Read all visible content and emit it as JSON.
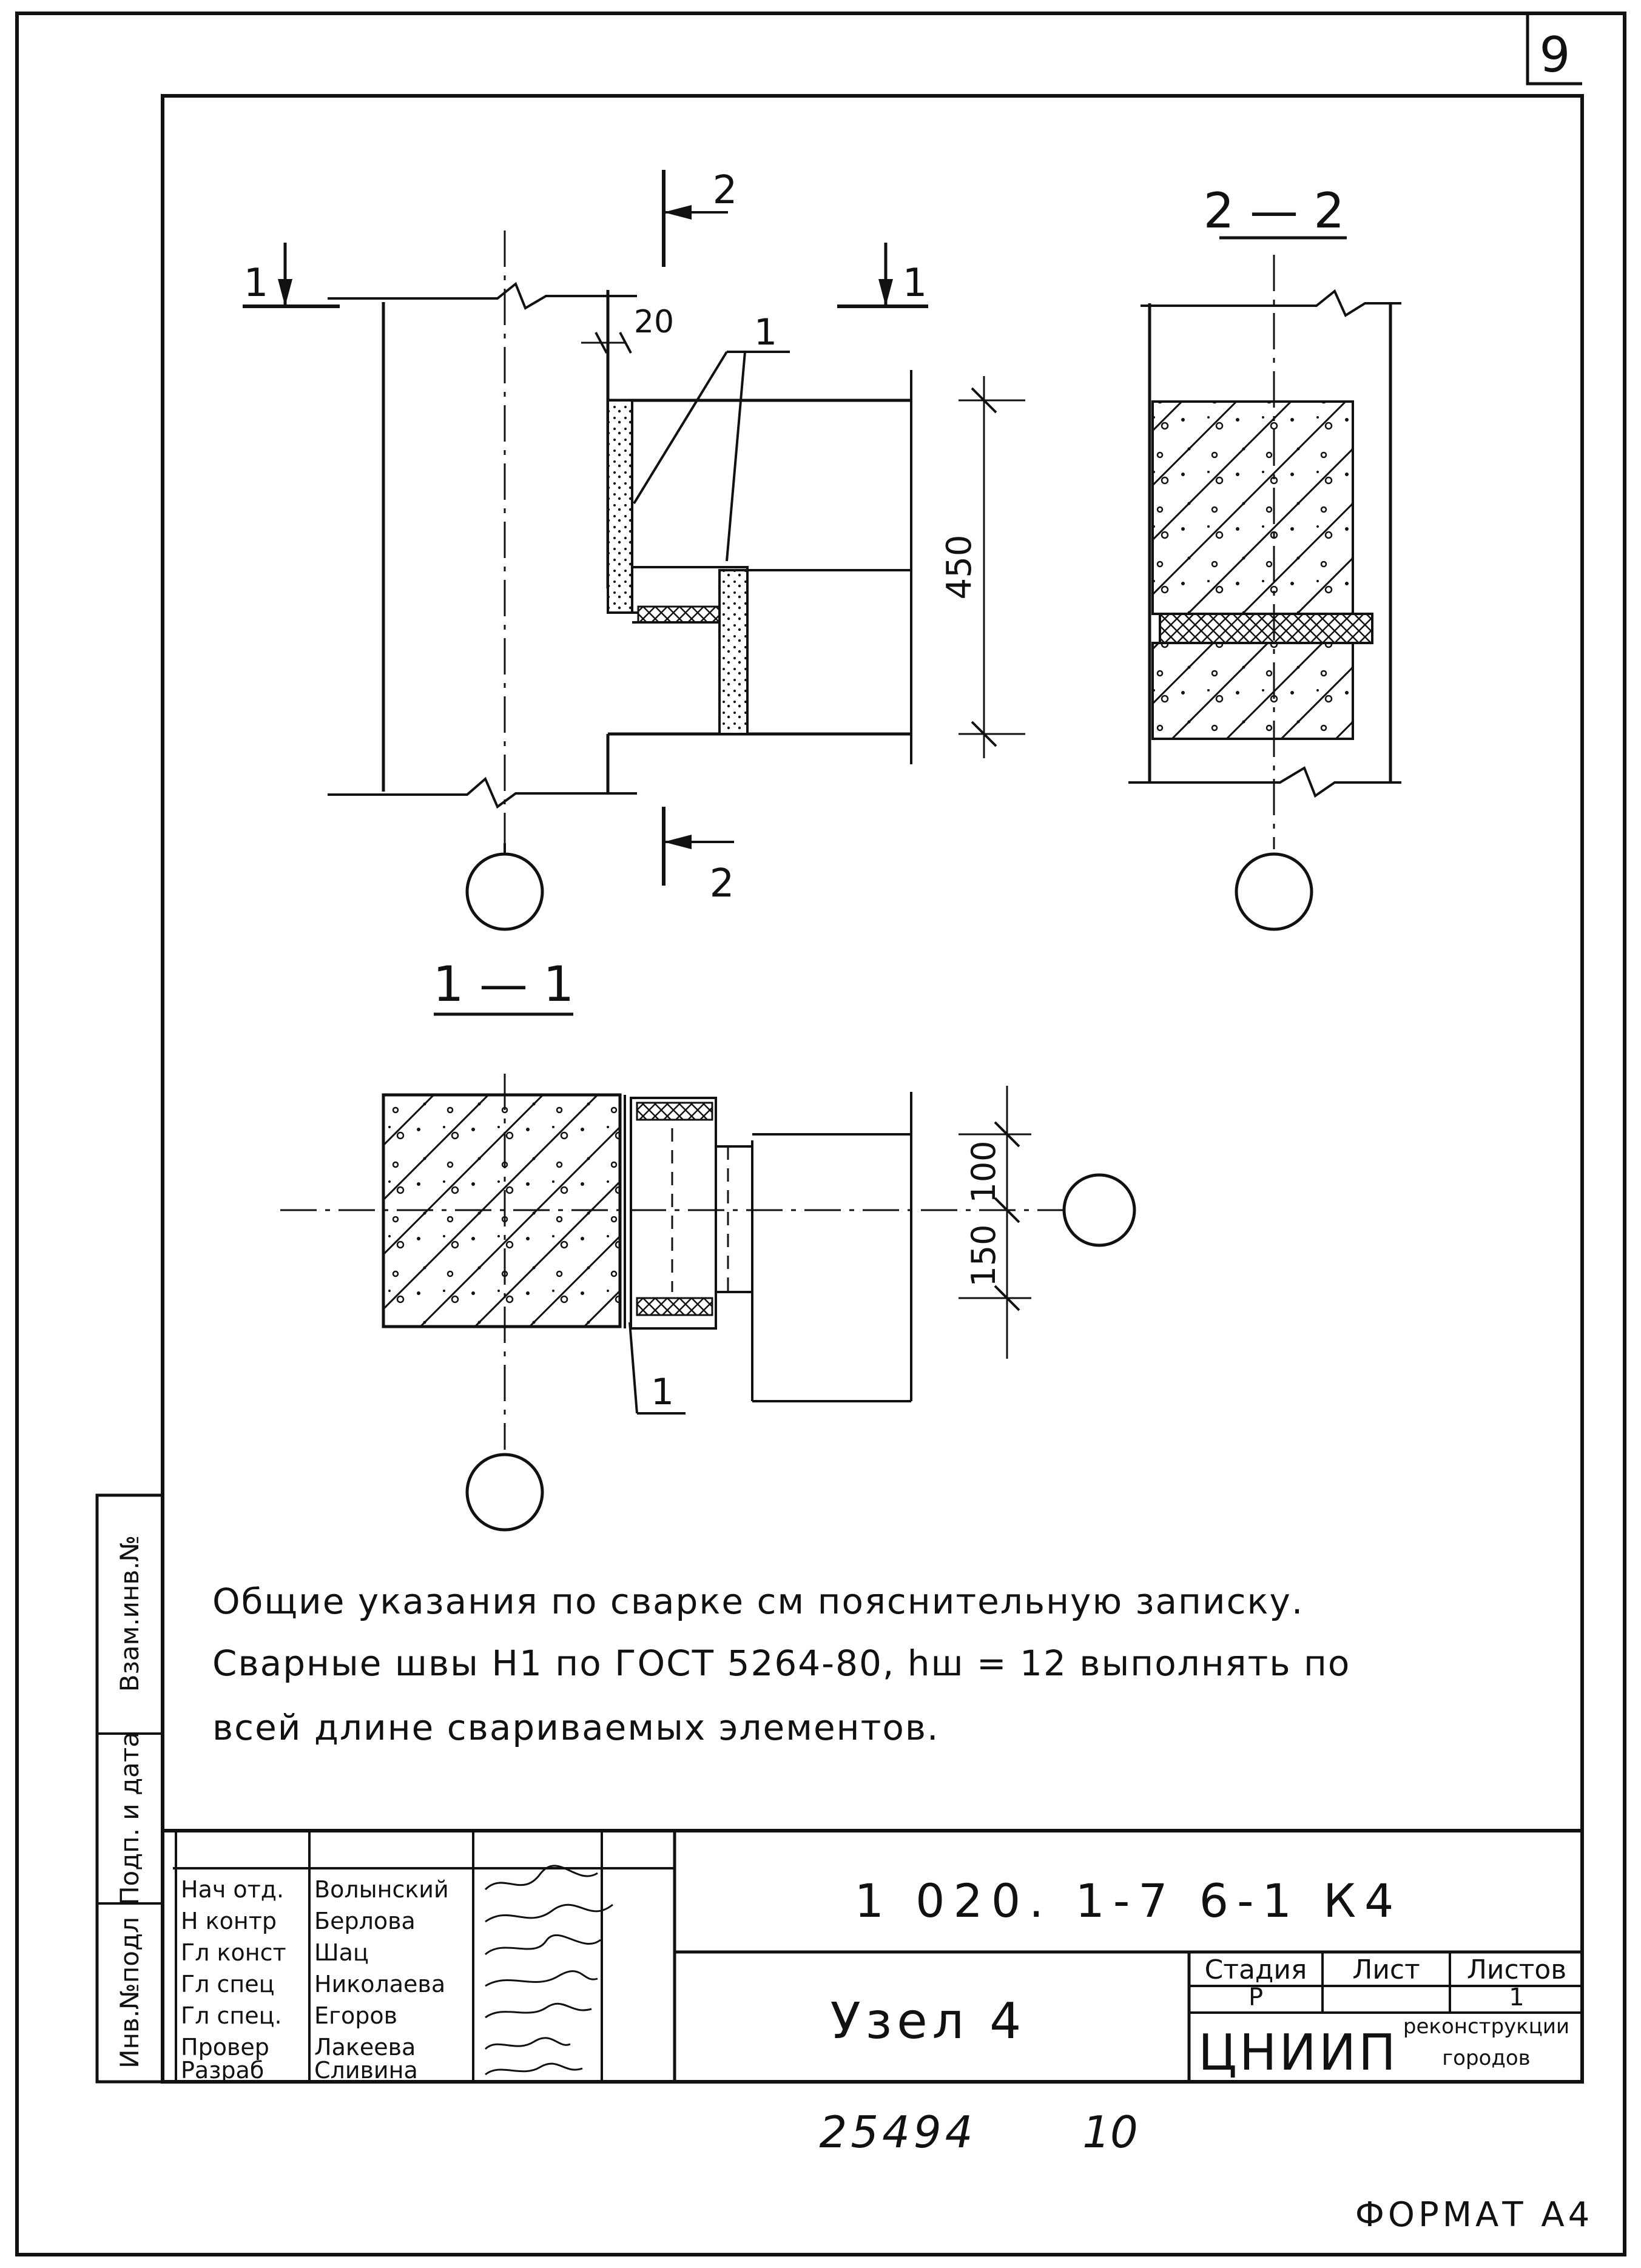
{
  "sheet_number": "9",
  "format_label": "ФОРМАТ А4",
  "inventory_number": "25494",
  "inventory_sheet": "10",
  "drawing": {
    "section_markers": {
      "marker_1": "1",
      "marker_2_top": "2",
      "marker_2_bottom": "2",
      "marker_1_right": "1",
      "section_title_22": "2 — 2",
      "section_title_11": "1 — 1"
    },
    "dimensions": {
      "gap_20": "20",
      "height_450": "450",
      "dim_100": "100",
      "dim_150": "150"
    },
    "callouts": {
      "callout_top": "1",
      "callout_bottom": "1"
    }
  },
  "notes": {
    "line1": "Общие указания по сварке см пояснительную записку.",
    "line2": "Сварные швы Н1 по ГОСТ 5264-80, hш = 12 выполнять по",
    "line3": "всей длине свариваемых элементов."
  },
  "side_stamp": {
    "cells": [
      "Инв.№подл",
      "Подп. и дата",
      "Взам.инв.№"
    ]
  },
  "title_block": {
    "document_code": "1 020. 1-7 6-1 К4",
    "title": "Узел 4",
    "header_stage": "Стадия",
    "header_sheet": "Лист",
    "header_sheets": "Листов",
    "value_stage": "Р",
    "value_sheet": "",
    "value_sheets": "1",
    "org_logo": "ЦНИИП",
    "org_line1": "реконструкции",
    "org_line2": "городов",
    "signatures": [
      {
        "role": "Нач отд.",
        "name": "Волынский"
      },
      {
        "role": "Н контр",
        "name": "Берлова"
      },
      {
        "role": "Гл конст",
        "name": "Шац"
      },
      {
        "role": "Гл спец",
        "name": "Николаева"
      },
      {
        "role": "Гл спец.",
        "name": "Егоров"
      },
      {
        "role": "Провер",
        "name": "Лакеева"
      },
      {
        "role": "Разраб",
        "name": "Сливина"
      }
    ]
  }
}
